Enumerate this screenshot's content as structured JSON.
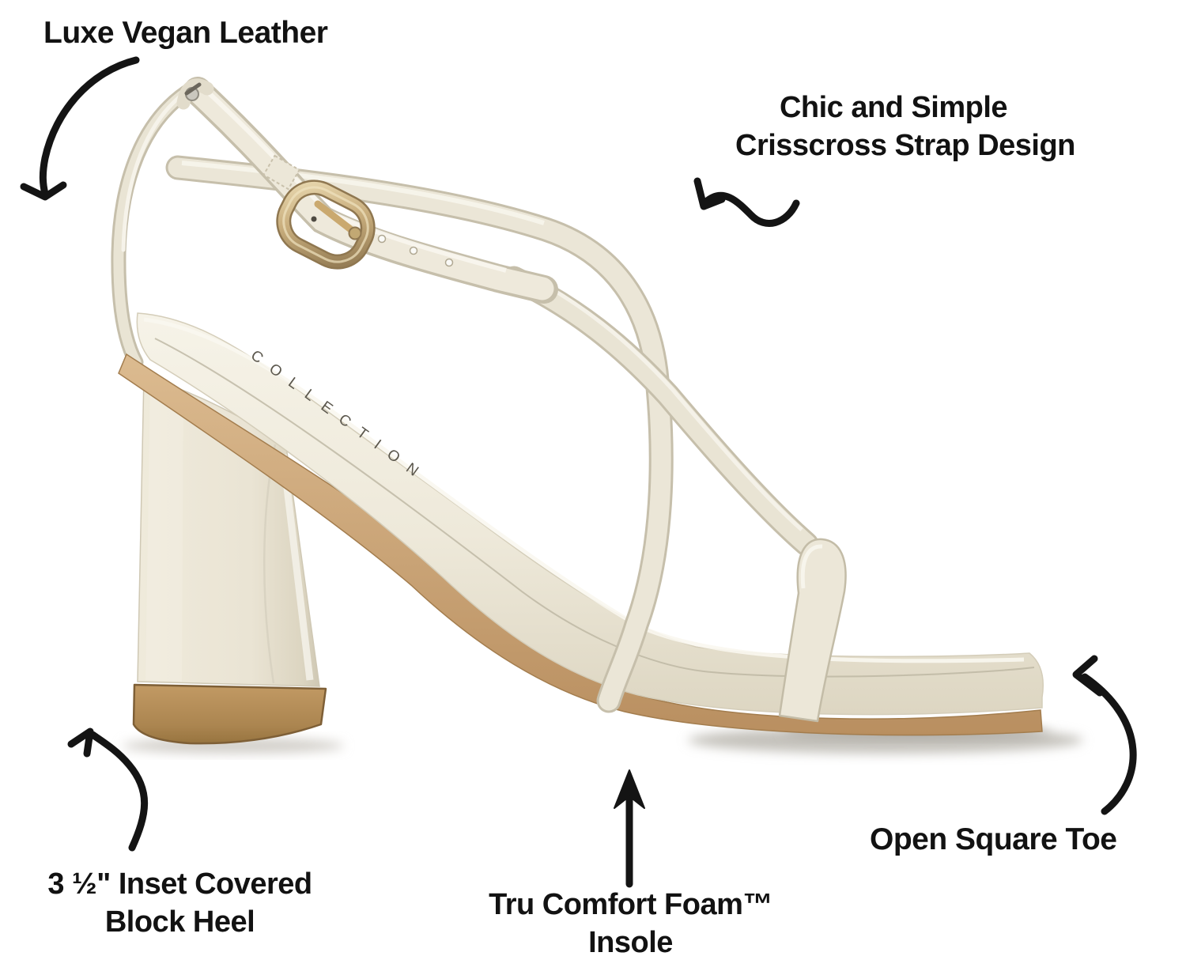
{
  "image_type": "product feature infographic",
  "product": {
    "name": "strappy block heel sandal, side view",
    "insole_brand_text": "COLLECTION",
    "colors": {
      "background": "#ffffff",
      "annotation_text": "#121212",
      "arrow": "#141414",
      "strap_cream": "#e9e4d4",
      "strap_edge": "#c8c1ac",
      "footbed_cream": "#f0ecdf",
      "midsole_tan": "#c9a273",
      "heel_sole_gum": "#b08c58",
      "buckle_gold": "#c9ae7d",
      "insole_text_gray": "#5a564c"
    }
  },
  "annotations": {
    "vegan_leather": {
      "label": "Luxe Vegan Leather",
      "arrow": "curved-arrow-down-left"
    },
    "crisscross": {
      "line1": "Chic and Simple",
      "line2": "Crisscross Strap Design",
      "arrow": "wavy-arrow-down-left"
    },
    "block_heel": {
      "line1": "3 ½\" Inset Covered",
      "line2": "Block Heel",
      "arrow": "s-curve-arrow-up-right"
    },
    "insole": {
      "line1": "Tru Comfort Foam™",
      "line2": "Insole",
      "arrow": "straight-arrow-up"
    },
    "square_toe": {
      "label": "Open Square Toe",
      "arrow": "curved-arrow-up-left"
    }
  }
}
